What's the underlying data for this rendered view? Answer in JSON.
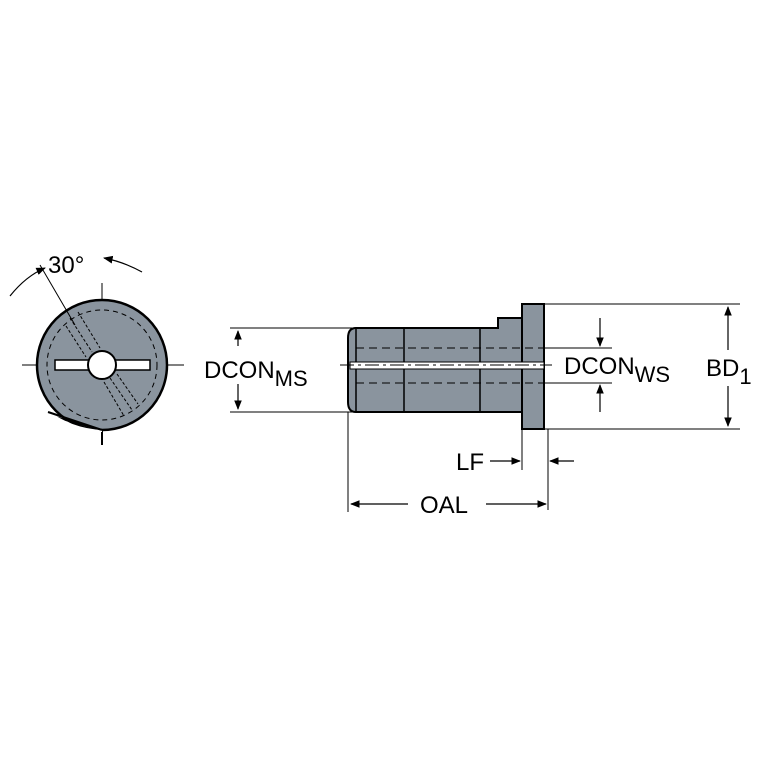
{
  "labels": {
    "angle": "30°",
    "dcon_ms_main": "DCON",
    "dcon_ms_sub": "MS",
    "dcon_ws_main": "DCON",
    "dcon_ws_sub": "WS",
    "bd_main": "BD",
    "bd_sub": "1",
    "lf": "LF",
    "oal": "OAL"
  },
  "colors": {
    "body_fill": "#8a949e",
    "line": "#000000",
    "background": "#ffffff"
  }
}
